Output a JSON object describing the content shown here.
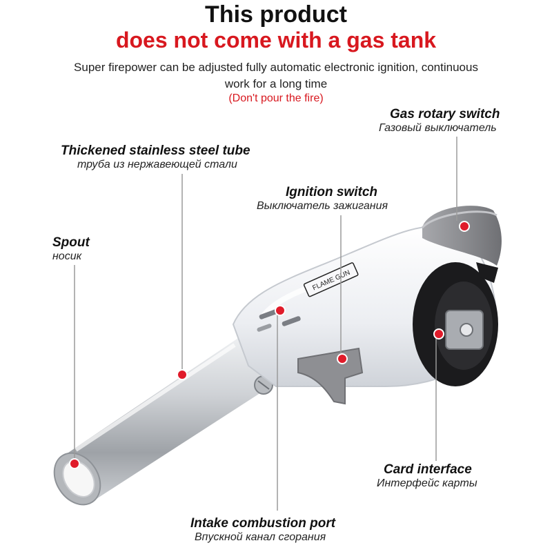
{
  "header": {
    "title_line1": "This product",
    "title_line2": "does not come with a gas tank",
    "description": "Super firepower can be adjusted fully automatic electronic ignition, continuous work for a long time",
    "note": "(Don't pour the fire)"
  },
  "product": {
    "brand_text": "FLAME GUN"
  },
  "callouts": [
    {
      "en": "Gas rotary switch",
      "ru": "Газовый выключатель"
    },
    {
      "en": "Thickened stainless steel tube",
      "ru": "труба из нержавеющей стали"
    },
    {
      "en": "Ignition switch",
      "ru": "Выключатель зажигания"
    },
    {
      "en": "Spout",
      "ru": "носик"
    },
    {
      "en": "Card interface",
      "ru": "Интерфейс карты"
    },
    {
      "en": "Intake combustion port",
      "ru": "Впускной канал сгорания"
    }
  ],
  "colors": {
    "accent_red": "#d8181f",
    "marker_red": "#e01b2a",
    "body_white": "#f4f4f6",
    "knob_gray": "#8f9094",
    "steel": "#c8cacd"
  }
}
